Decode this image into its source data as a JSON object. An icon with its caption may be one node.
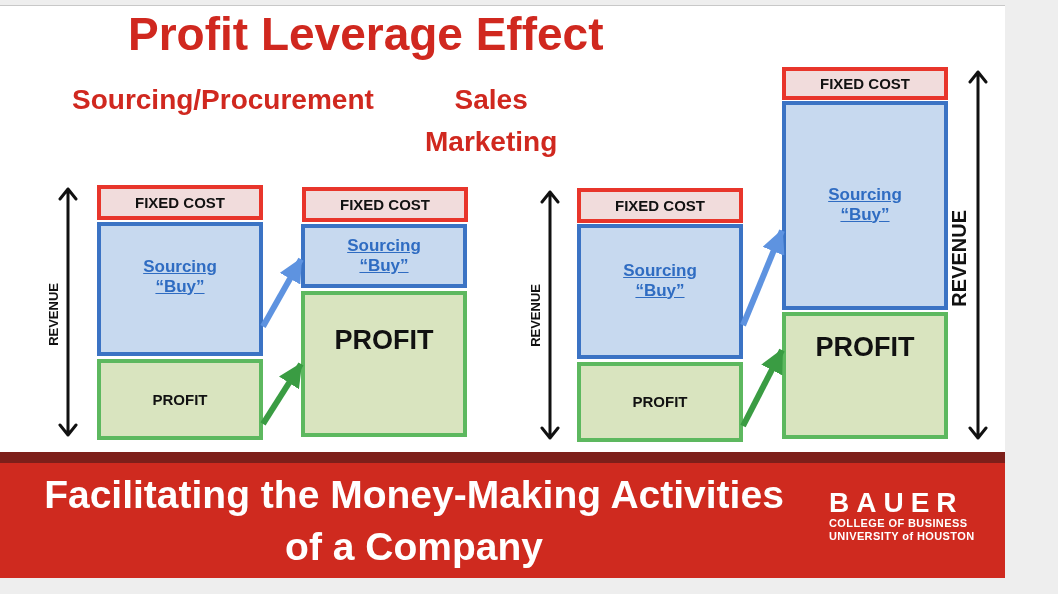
{
  "diagram": {
    "title": "Profit Leverage Effect",
    "caption": "Facilitating the Money-Making Activities of a Company",
    "nodes": [
      {
        "text": [
          "FIXED COST"
        ]
      },
      {
        "text": [
          "Sourcing “Buy”"
        ]
      },
      {
        "text": [
          "PROFIT"
        ]
      },
      {
        "text": [
          "FIXED COST"
        ]
      },
      {
        "text": [
          "Sourcing “Buy”"
        ]
      },
      {
        "text": [
          "PROFIT"
        ]
      },
      {
        "text": [
          "FIXED COST"
        ]
      },
      {
        "text": [
          "Sourcing “Buy”"
        ]
      },
      {
        "text": [
          "PROFIT"
        ]
      },
      {
        "text": [
          "FIXED COST"
        ]
      },
      {
        "text": [
          "Sourcing “Buy”"
        ]
      },
      {
        "text": [
          "PROFIT"
        ]
      }
    ],
    "edges": [
      {
        "from": 1,
        "to": 4,
        "arrow": "to",
        "color": "#5e93e0"
      },
      {
        "from": 2,
        "to": 5,
        "arrow": "to",
        "color": "#3a9c43"
      },
      {
        "from": 7,
        "to": 10,
        "arrow": "to",
        "color": "#5e93e0"
      },
      {
        "from": 8,
        "to": 11,
        "arrow": "to",
        "color": "#3a9c43"
      }
    ],
    "labels": [
      "Sourcing/Procurement",
      "Sales Marketing",
      "REVENUE",
      "REVENUE",
      "REVENUE",
      "BAUER",
      "COLLEGE OF BUSINESS",
      "UNIVERSITY of HOUSTON"
    ]
  }
}
